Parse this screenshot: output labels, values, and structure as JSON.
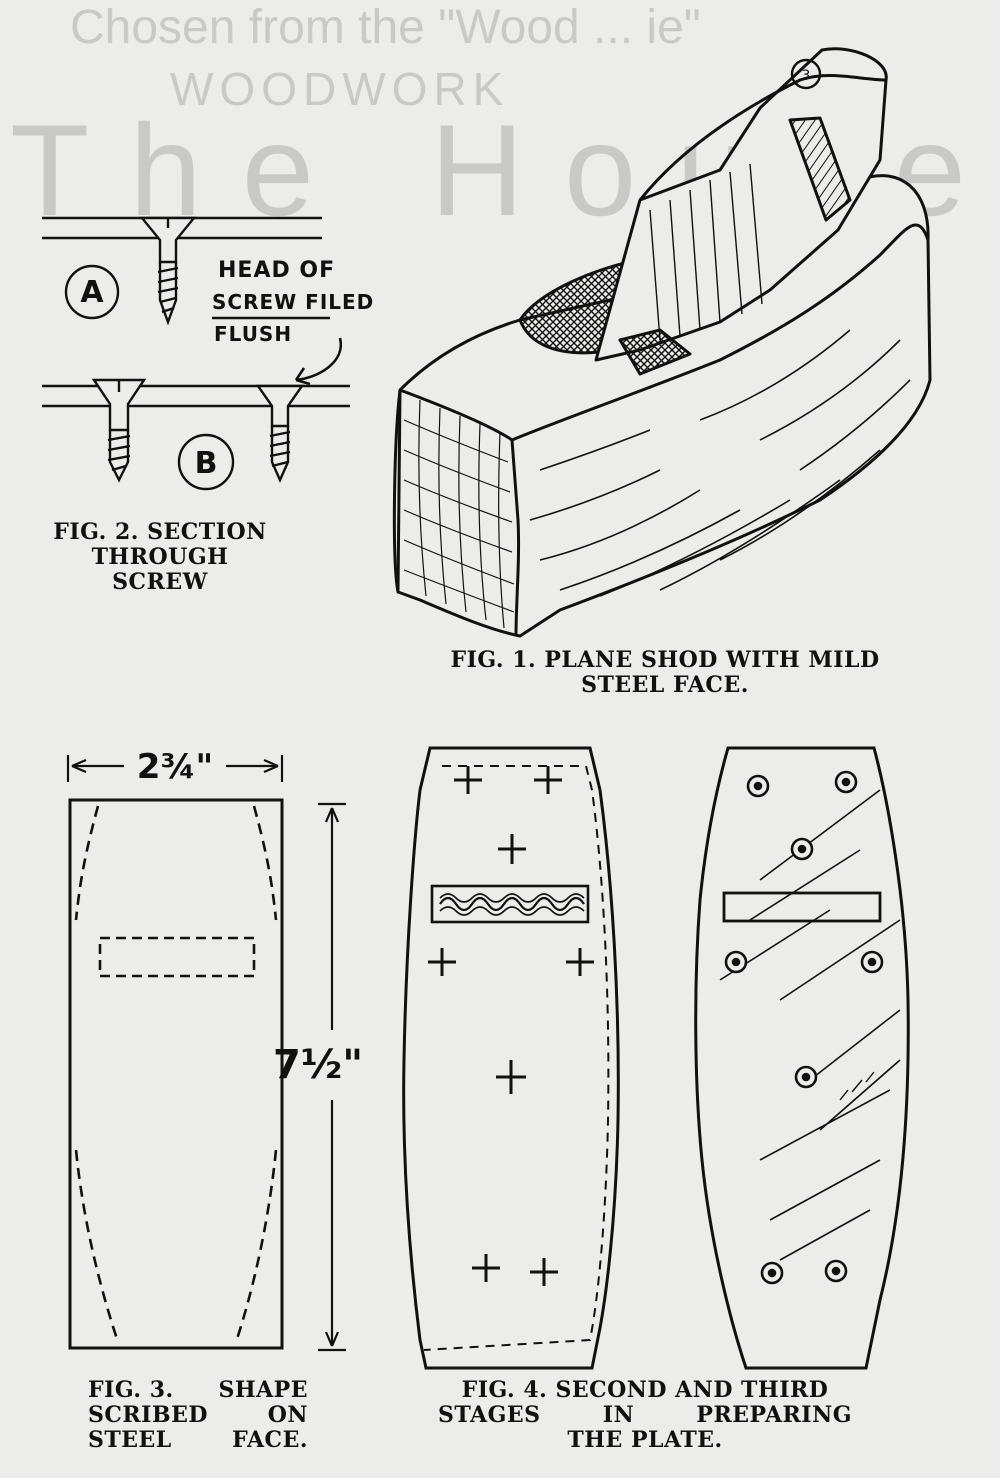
{
  "show_through": {
    "heading_line1": "Chosen from the \"Wood ... ie\"",
    "heading_line2": "WOODWORK",
    "heading_big": "The House"
  },
  "fig1": {
    "caption_line1": "FIG. 1. PLANE SHOD WITH MILD",
    "caption_line2": "STEEL FACE."
  },
  "fig2": {
    "caption_line1": "FIG. 2. SECTION",
    "caption_line2": "THROUGH",
    "caption_line3": "SCREW",
    "label_a": "A",
    "label_b": "B",
    "note_line1": "HEAD OF",
    "note_line2": "SCREW FILED",
    "note_line3": "FLUSH"
  },
  "fig3": {
    "caption_line1": [
      "FIG. 3.",
      "SHAPE"
    ],
    "caption_line2": [
      "SCRIBED",
      "ON"
    ],
    "caption_line3": [
      "STEEL",
      "FACE."
    ],
    "width_dim": "2¾\"",
    "height_dim": "7½\""
  },
  "fig4": {
    "caption_line1": "FIG. 4. SECOND AND THIRD",
    "caption_line2": [
      "STAGES",
      "IN",
      "PREPARING"
    ],
    "caption_line3": "THE PLATE."
  }
}
